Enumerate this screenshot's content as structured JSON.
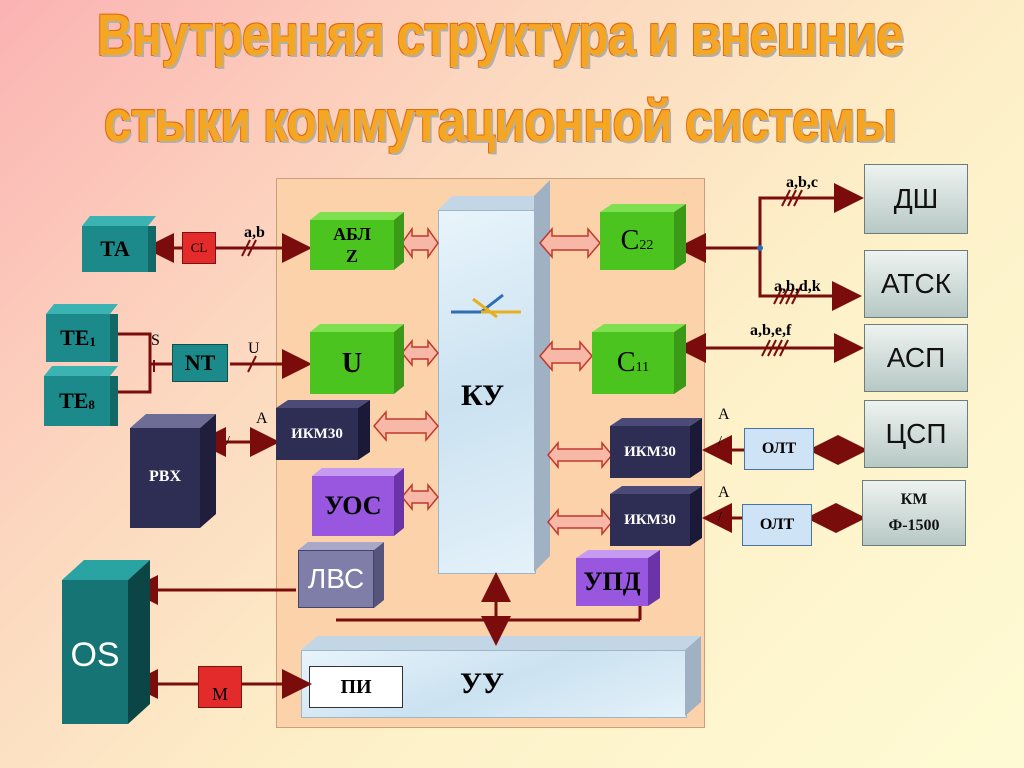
{
  "title": {
    "line1": "Внутренняя структура и внешние",
    "line2": "стыки коммутационной системы"
  },
  "blocks": {
    "ku": "КУ",
    "uu": "УУ",
    "pi": "ПИ",
    "ta": "ТА",
    "cl": "CL",
    "te1_main": "TE",
    "te1_sub": "1",
    "te8_main": "TE",
    "te8_sub": "8",
    "nt": "NT",
    "pbx": "PBX",
    "os": "OS",
    "m": "M",
    "abl_line1": "АБЛ",
    "abl_line2": "Z",
    "u": "U",
    "ikm_left": "ИКМ30",
    "uos": "УОС",
    "lvs": "ЛВС",
    "upd": "УПД",
    "c22_main": "C",
    "c22_sub": "22",
    "c11_main": "C",
    "c11_sub": "11",
    "ikm_right1": "ИКМ30",
    "ikm_right2": "ИКМ30",
    "olt1": "ОЛТ",
    "olt2": "ОЛТ",
    "dsh": "ДШ",
    "atsk": "АТСК",
    "asp": "АСП",
    "tssp": "ЦСП",
    "km_line1": "КМ",
    "km_line2": "Ф-1500"
  },
  "labels": {
    "ab": "a,b",
    "s": "S",
    "u_iface": "U",
    "a_left": "A",
    "abc": "a,b,c",
    "abdk": "a,b,d,k",
    "abef": "a,b,e,f",
    "a_right1": "A",
    "a_right2": "A",
    "slash": "/"
  },
  "colors": {
    "title": "#f5a623",
    "wire": "#7a0c0c",
    "arrow_fill": "#f7b8a8",
    "arrow_stroke": "#c0392b",
    "green_block": "#4cc41f",
    "teal_block": "#1c8a8a",
    "navy_block": "#2e2d54",
    "purple_block": "#9957e0",
    "panel": "#fcd2aa"
  }
}
